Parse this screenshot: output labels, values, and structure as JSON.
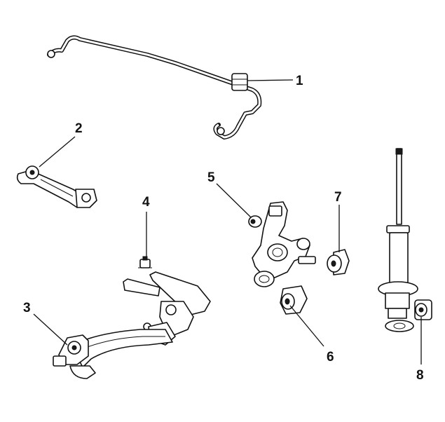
{
  "callouts": [
    {
      "label": "1",
      "part": "stabilizer-bar-bushing"
    },
    {
      "label": "2",
      "part": "upper-control-arm-bushing"
    },
    {
      "label": "3",
      "part": "trailing-arm-bushing"
    },
    {
      "label": "4",
      "part": "lower-arm-ball-joint"
    },
    {
      "label": "5",
      "part": "knuckle-upper-bushing"
    },
    {
      "label": "6",
      "part": "knuckle-lower-bushing"
    },
    {
      "label": "7",
      "part": "compensator-arm-bushing"
    },
    {
      "label": "8",
      "part": "shock-absorber-mount-bushing"
    }
  ],
  "colors": {
    "line": "#111111",
    "background": "#ffffff"
  }
}
